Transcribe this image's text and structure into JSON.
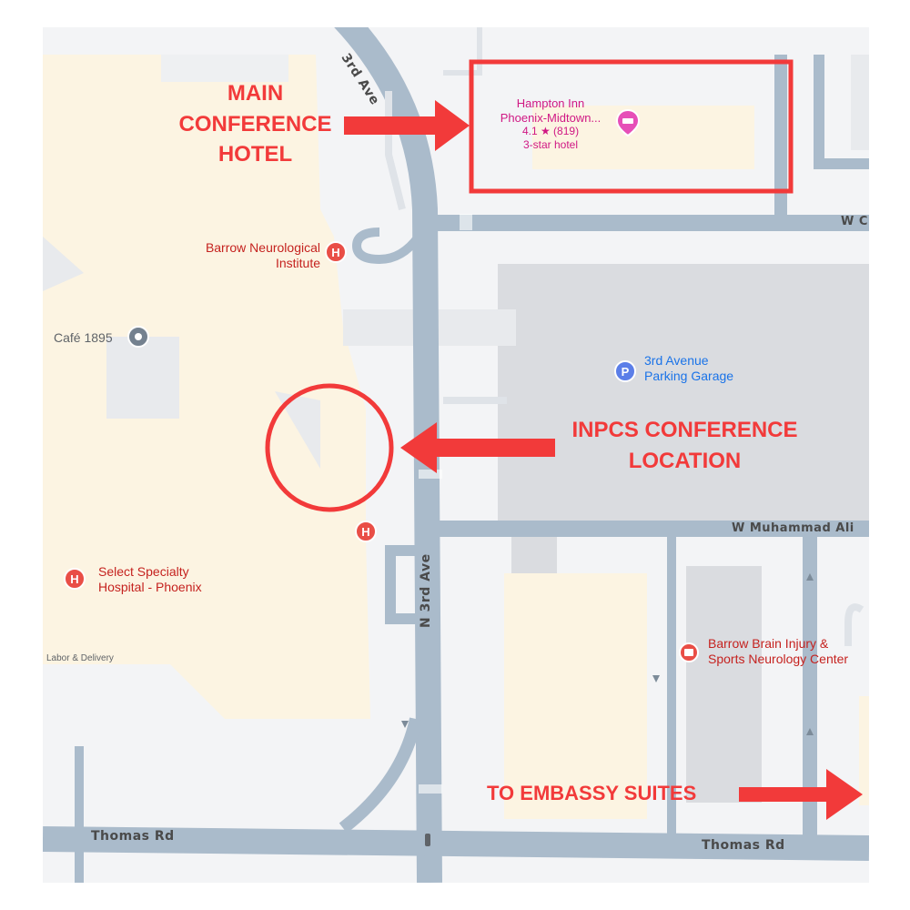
{
  "annotations": {
    "main_hotel": [
      "MAIN",
      "CONFERENCE",
      "HOTEL"
    ],
    "inpcs": [
      "INPCS CONFERENCE",
      "LOCATION"
    ],
    "embassy": "TO EMBASSY SUITES"
  },
  "hotel": {
    "name_line1": "Hampton Inn",
    "name_line2": "Phoenix-Midtown...",
    "rating": "4.1 ★ (819)",
    "category": "3-star hotel"
  },
  "pois": {
    "barrow_neuro_line1": "Barrow Neurological",
    "barrow_neuro_line2": "Institute",
    "cafe": "Café 1895",
    "parking_line1": "3rd Avenue",
    "parking_line2": "Parking Garage",
    "select_line1": "Select Specialty",
    "select_line2": "Hospital - Phoenix",
    "labor": "Labor & Delivery",
    "brain_line1": "Barrow Brain Injury &",
    "brain_line2": "Sports Neurology Center"
  },
  "roads": {
    "n3rd_top": "3rd Ave",
    "n3rd": "N 3rd Ave",
    "w_c": "W C",
    "muhammad": "W Muhammad Ali",
    "thomas_left": "Thomas Rd",
    "thomas_right": "Thomas Rd"
  },
  "colors": {
    "annotation": "#f23a3a",
    "road": "#aabbcb",
    "building": "#fcf4e2",
    "hospital_pin": "#e94e46",
    "hotel_pin": "#e64fb8",
    "parking_pin": "#5b7ee8",
    "cafe_pin": "#74818f"
  }
}
